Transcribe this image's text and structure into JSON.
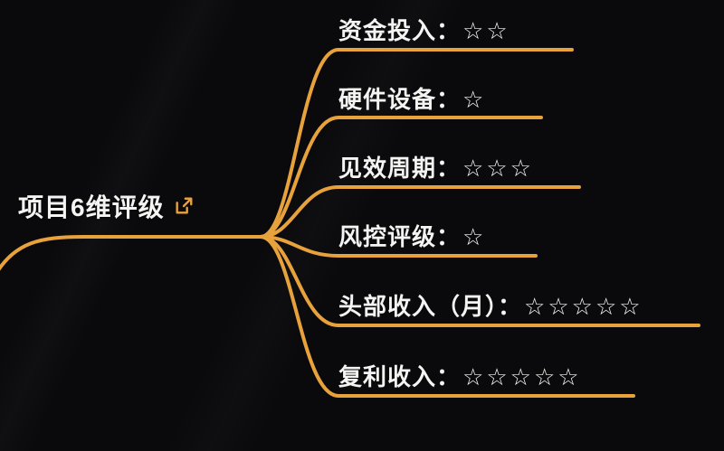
{
  "colors": {
    "background": "#0a0a0d",
    "branch": "#e8a23c",
    "text": "#f4f4f2"
  },
  "root": {
    "label": "项目6维评级",
    "icon": "external-link-icon"
  },
  "items": [
    {
      "label": "资金投入：",
      "stars": "☆☆",
      "rating": 2
    },
    {
      "label": "硬件设备：",
      "stars": "☆",
      "rating": 1
    },
    {
      "label": "见效周期：",
      "stars": "☆☆☆",
      "rating": 3
    },
    {
      "label": "风控评级：",
      "stars": "☆",
      "rating": 1
    },
    {
      "label": "头部收入（月）：",
      "stars": "☆☆☆☆☆",
      "rating": 5
    },
    {
      "label": "复利收入：",
      "stars": "☆☆☆☆☆",
      "rating": 5
    }
  ]
}
